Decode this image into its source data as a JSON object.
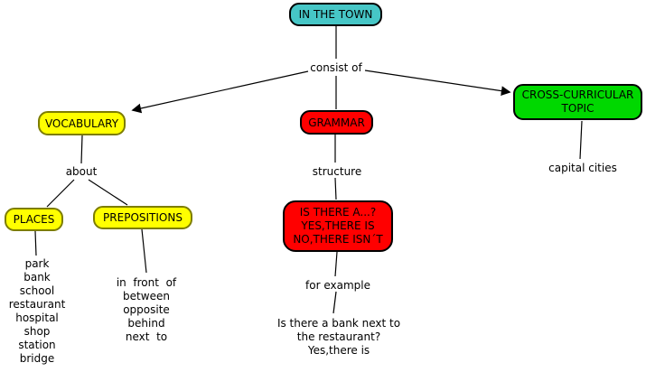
{
  "diagram": {
    "root": {
      "label": "IN THE TOWN"
    },
    "branches": {
      "vocabulary": {
        "label": "VOCABULARY"
      },
      "grammar": {
        "label": "GRAMMAR"
      },
      "cross_curricular": {
        "label": "CROSS-CURRICULAR TOPIC"
      }
    },
    "link_labels": {
      "consist_of": "consist of",
      "about": "about",
      "structure": "structure",
      "for_example": "for example"
    },
    "sub_nodes": {
      "places": {
        "label": "PLACES"
      },
      "prepositions": {
        "label": "PREPOSITIONS"
      },
      "is_there": {
        "lines": [
          "IS THERE A...?",
          "YES,THERE IS",
          "NO,THERE ISN´T"
        ]
      }
    },
    "leaves": {
      "places_list": [
        "park",
        "bank",
        "school",
        "restaurant",
        "hospital",
        "shop",
        "station",
        "bridge"
      ],
      "prepositions_list": [
        "in  front  of",
        "between",
        "opposite",
        "behind",
        "next  to"
      ],
      "capital_cities": "capital cities",
      "example": [
        "Is there a bank next to",
        "the restaurant?",
        "Yes,there is"
      ]
    },
    "colors": {
      "node_teal": "#46c6c6",
      "node_yellow": "#ffff00",
      "node_red": "#ff0000",
      "node_green": "#00d800",
      "yellow_border": "#7d7d00",
      "edge": "#000000"
    }
  }
}
